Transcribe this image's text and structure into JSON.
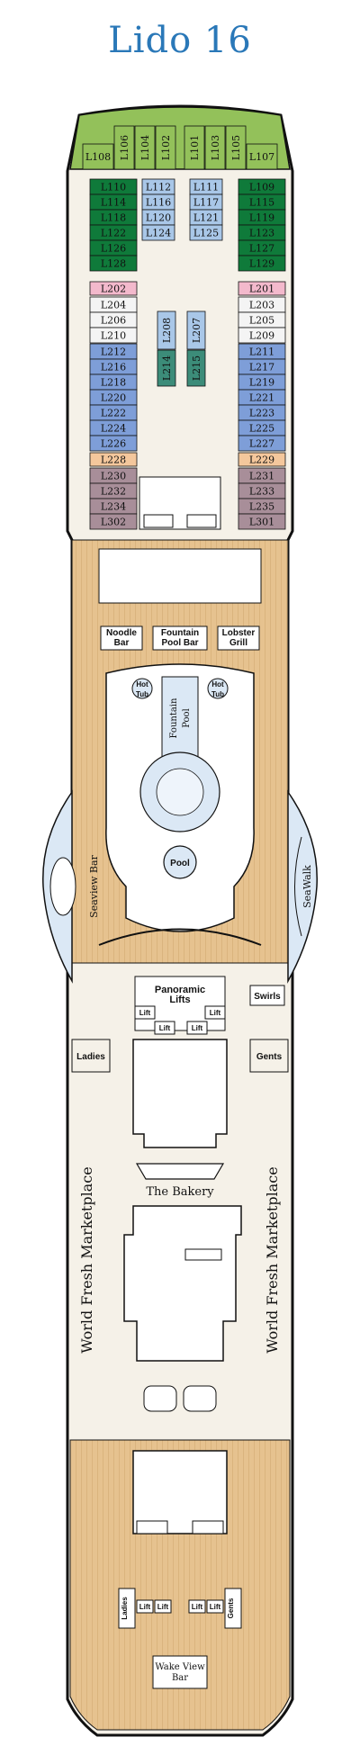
{
  "title": "Lido 16",
  "colors": {
    "green": "#0f7a3a",
    "light_green": "#93c15a",
    "light_blue": "#a9c7e8",
    "teal": "#3c8c79",
    "pink": "#f3b9cc",
    "white": "#f4f4f4",
    "blue": "#7e9ed8",
    "orange": "#f4c79c",
    "mauve": "#a88e99",
    "deck": "#e6c28f",
    "floor": "#f5f1e8",
    "pool": "#dbe8f5"
  },
  "cabins": {
    "bow_top": [
      "L106",
      "L104",
      "L102",
      "L101",
      "L103",
      "L105"
    ],
    "bow_sides": [
      "L108",
      "L107"
    ],
    "green_left": [
      "L110",
      "L114",
      "L118",
      "L122",
      "L126",
      "L128"
    ],
    "green_right": [
      "L109",
      "L115",
      "L119",
      "L123",
      "L127",
      "L129"
    ],
    "light_blue_left": [
      "L112",
      "L116",
      "L120",
      "L124"
    ],
    "light_blue_right": [
      "L111",
      "L117",
      "L121",
      "L125"
    ],
    "pink": [
      "L202",
      "L201"
    ],
    "white_left": [
      "L204",
      "L206",
      "L210"
    ],
    "white_right": [
      "L203",
      "L205",
      "L209"
    ],
    "middle_tall": [
      "L208",
      "L207"
    ],
    "middle_teal": [
      "L214",
      "L215"
    ],
    "blue_left": [
      "L212",
      "L216",
      "L218",
      "L220",
      "L222",
      "L224",
      "L226"
    ],
    "blue_right": [
      "L211",
      "L217",
      "L219",
      "L221",
      "L223",
      "L225",
      "L227"
    ],
    "orange": [
      "L228",
      "L229"
    ],
    "mauve_left": [
      "L230",
      "L232",
      "L234",
      "L302"
    ],
    "mauve_right": [
      "L231",
      "L233",
      "L235",
      "L301"
    ]
  },
  "venues": {
    "lift": "Lift",
    "noodle_bar": [
      "Noodle",
      "Bar"
    ],
    "fountain_pool_bar": [
      "Fountain",
      "Pool Bar"
    ],
    "lobster_grill": [
      "Lobster",
      "Grill"
    ],
    "hot_tub": [
      "Hot",
      "Tub"
    ],
    "fountain_pool": [
      "Fountain",
      "Pool"
    ],
    "pool": "Pool",
    "seaview_bar": "Seaview Bar",
    "seawalk": "SeaWalk",
    "panoramic_lifts": [
      "Panoramic",
      "Lifts"
    ],
    "swirls": "Swirls",
    "ladies": "Ladies",
    "gents": "Gents",
    "the_bakery": "The Bakery",
    "world_fresh_marketplace": "World Fresh Marketplace",
    "wake_view_bar": [
      "Wake View",
      "Bar"
    ]
  }
}
